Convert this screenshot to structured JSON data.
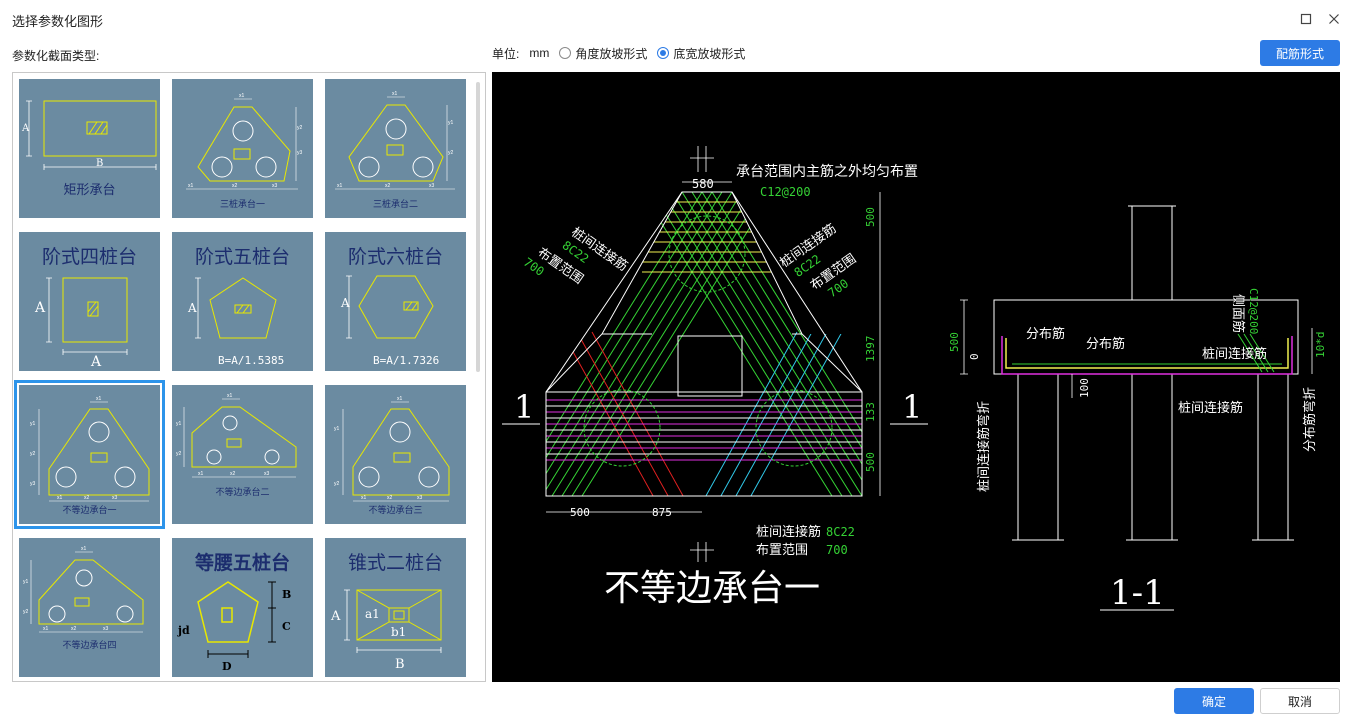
{
  "window": {
    "title": "选择参数化图形"
  },
  "left_panel": {
    "label": "参数化截面类型:",
    "thumbnails": [
      {
        "id": "rect",
        "caption": "矩形承台",
        "style": "mid"
      },
      {
        "id": "tri1",
        "caption": "三桩承台一",
        "style": "small"
      },
      {
        "id": "tri2",
        "caption": "三桩承台二",
        "style": "small"
      },
      {
        "id": "step4",
        "caption": "阶式四桩台",
        "style": "big",
        "dims": {
          "a": "A",
          "b": "A"
        }
      },
      {
        "id": "step5",
        "caption": "阶式五桩台",
        "style": "big",
        "dims": {
          "a": "A",
          "b": "B=A/1.5385"
        }
      },
      {
        "id": "step6",
        "caption": "阶式六桩台",
        "style": "big",
        "dims": {
          "a": "A",
          "b": "B=A/1.7326"
        }
      },
      {
        "id": "uneq1",
        "caption": "不等边承台一",
        "style": "small"
      },
      {
        "id": "uneq2",
        "caption": "不等边承台二",
        "style": "small"
      },
      {
        "id": "uneq3",
        "caption": "不等边承台三",
        "style": "small"
      },
      {
        "id": "uneq4",
        "caption": "不等边承台四",
        "style": "small"
      },
      {
        "id": "iso5",
        "caption": "等腰五桩台",
        "style": "big",
        "dims": {
          "b": "B",
          "c": "C",
          "d": "D",
          "jd": "jd"
        }
      },
      {
        "id": "cone2",
        "caption": "锥式二桩台",
        "style": "big",
        "dims": {
          "a": "A",
          "b": "B",
          "a1": "a1",
          "b1": "b1"
        }
      }
    ],
    "selected_index": 6
  },
  "unit_row": {
    "unit_label": "单位:",
    "unit_value": "mm",
    "options": [
      {
        "label": "角度放坡形式",
        "selected": false
      },
      {
        "label": "底宽放坡形式",
        "selected": true
      }
    ]
  },
  "buttons": {
    "rebar_form": "配筋形式",
    "ok": "确定",
    "cancel": "取消"
  },
  "preview": {
    "plan": {
      "title": "不等边承台一",
      "section_mark": "1",
      "top_note": "承台范围内主筋之外均匀布置",
      "main_rebar": "C12@200",
      "left_label": "桩间连接筋",
      "left_rebar": "8C22",
      "left_range_label": "布置范围",
      "left_range": "700",
      "right_label": "桩间连接筋",
      "right_rebar": "8C22",
      "right_range_label": "布置范围",
      "right_range": "700",
      "bottom_label": "桩间连接筋",
      "bottom_rebar": "8C22",
      "bottom_range_label": "布置范围",
      "bottom_range": "700",
      "dim_top": "580",
      "dim_right": [
        "500",
        "1397",
        "133",
        "500"
      ],
      "dim_bottom": [
        "500",
        "875"
      ]
    },
    "section": {
      "title": "1-1",
      "dist_bar_1": "分布筋",
      "dist_bar_2": "分布筋",
      "side_bar": "侧面筋",
      "side_rebar": "C12@200",
      "link_bar_1": "桩间连接筋",
      "link_bar_2": "桩间连接筋",
      "left_vertical": "桩间连接筋弯折",
      "right_vertical": "分布筋弯折",
      "dim_height": "500",
      "dim_zero": "0",
      "dim_100": "100",
      "dim_10d": "10*d"
    }
  },
  "colors": {
    "accent": "#2d7be5",
    "thumb_bg": "#6b8ba1",
    "thumb_line": "#e8e800",
    "caption": "#1c2d6e",
    "cad_green": "#35d235",
    "cad_white": "#ffffff",
    "cad_yellow": "#f0f050",
    "cad_magenta": "#e030e0",
    "cad_red": "#e02020",
    "cad_cyan": "#30c8e8"
  }
}
